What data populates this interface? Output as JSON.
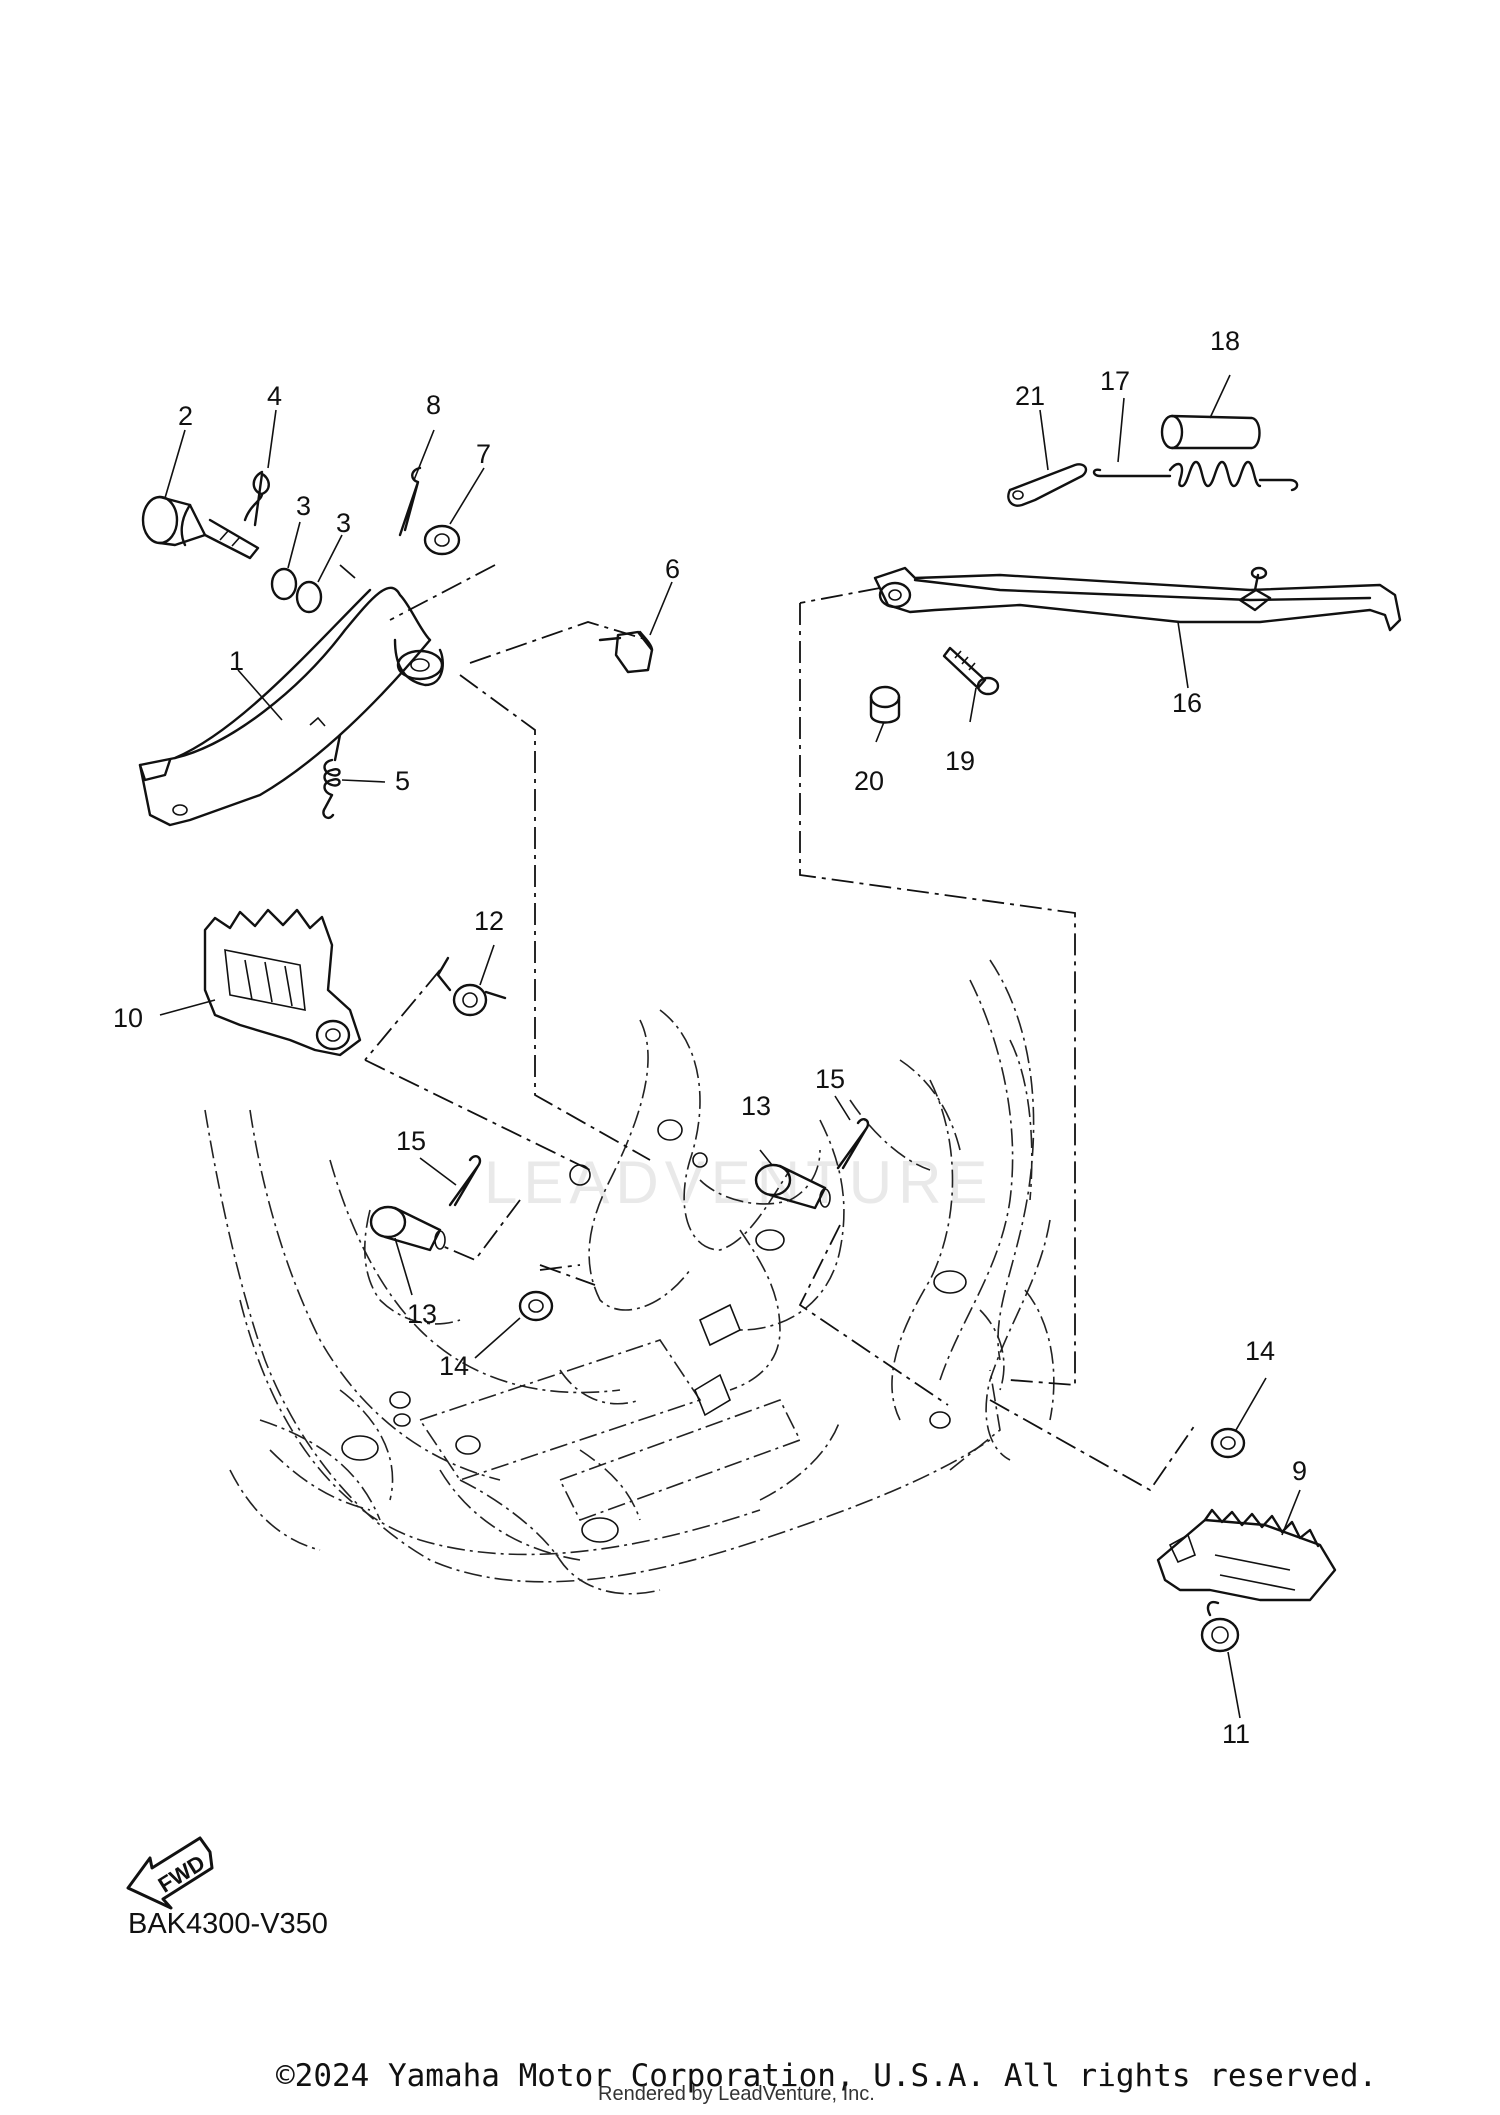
{
  "diagram_code": "BAK4300-V350",
  "copyright": "©2024 Yamaha Motor Corporation, U.S.A. All rights reserved.",
  "rendered_by": "Rendered by LeadVenture, Inc.",
  "watermark": "LEADVENTURE",
  "fwd_label": "FWD",
  "callouts": {
    "c1": "1",
    "c2": "2",
    "c3a": "3",
    "c3b": "3",
    "c4": "4",
    "c5": "5",
    "c6": "6",
    "c7": "7",
    "c8": "8",
    "c9": "9",
    "c10": "10",
    "c11": "11",
    "c12": "12",
    "c13a": "13",
    "c13b": "13",
    "c14a": "14",
    "c14b": "14",
    "c15a": "15",
    "c15b": "15",
    "c16": "16",
    "c17": "17",
    "c18": "18",
    "c19": "19",
    "c20": "20",
    "c21": "21"
  }
}
